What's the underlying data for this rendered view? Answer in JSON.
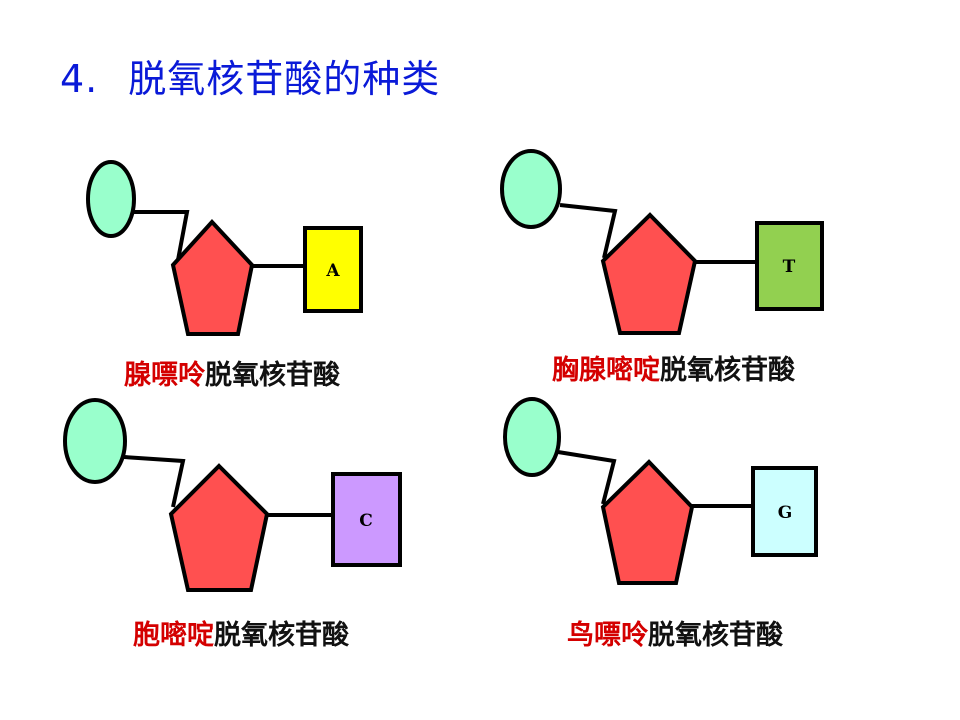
{
  "slide": {
    "title_number": "4.",
    "title_text": "脱氧核苷酸的种类"
  },
  "colors": {
    "title": "#0a1ad8",
    "phosphate": "#99ffcc",
    "sugar": "#ff5050",
    "base_name": "#d40000",
    "suffix": "#111111",
    "base_A": "#ffff00",
    "base_T": "#92d050",
    "base_C": "#cc99ff",
    "base_G": "#ccffff"
  },
  "nucleotides": [
    {
      "base_letter": "A",
      "base_name": "腺嘌呤",
      "suffix": "脱氧核苷酸",
      "base_color": "#ffff00"
    },
    {
      "base_letter": "T",
      "base_name": "胸腺嘧啶",
      "suffix": "脱氧核苷酸",
      "base_color": "#92d050"
    },
    {
      "base_letter": "C",
      "base_name": "胞嘧啶",
      "suffix": "脱氧核苷酸",
      "base_color": "#cc99ff"
    },
    {
      "base_letter": "G",
      "base_name": "鸟嘌呤",
      "suffix": "脱氧核苷酸",
      "base_color": "#ccffff"
    }
  ]
}
